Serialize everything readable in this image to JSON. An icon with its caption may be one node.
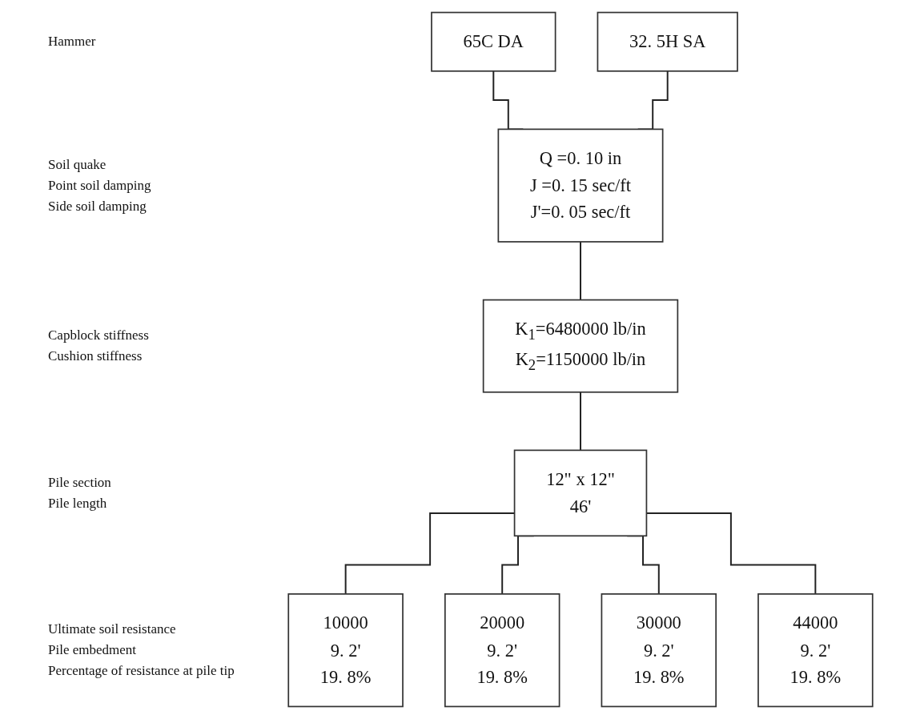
{
  "diagram": {
    "nodes": [
      {
        "text": [
          "65C DA"
        ]
      },
      {
        "text": [
          "32. 5H SA"
        ]
      },
      {
        "text": [
          "Q =0. 10 in",
          "J =0. 15 sec/ft",
          "J'=0. 05 sec/ft"
        ]
      },
      {
        "text": [
          "K$_{1}$=6480000 lb/in",
          "K$_{2}$=1150000 lb/in"
        ]
      },
      {
        "text": [
          "12\" x 12\"",
          "46'"
        ]
      },
      {
        "text": [
          "10000",
          "9. 2'",
          "19. 8%"
        ]
      },
      {
        "text": [
          "20000",
          "9. 2'",
          "19. 8%"
        ]
      },
      {
        "text": [
          "30000",
          "9. 2'",
          "19. 8%"
        ]
      },
      {
        "text": [
          "44000",
          "9. 2'",
          "19. 8%"
        ]
      }
    ],
    "edges": [
      {
        "from": 0,
        "to": 2,
        "arrow": "none"
      },
      {
        "from": 1,
        "to": 2,
        "arrow": "none"
      },
      {
        "from": 2,
        "to": 3,
        "arrow": "none"
      },
      {
        "from": 3,
        "to": 4,
        "arrow": "none"
      },
      {
        "from": 4,
        "to": 5,
        "arrow": "none"
      },
      {
        "from": 4,
        "to": 6,
        "arrow": "none"
      },
      {
        "from": 4,
        "to": 7,
        "arrow": "none"
      },
      {
        "from": 4,
        "to": 8,
        "arrow": "none"
      }
    ],
    "labels": [
      "Hammer",
      "Soil quake",
      "Point soil damping",
      "Side soil damping",
      "Capblock stiffness",
      "Cushion stiffness",
      "Pile section",
      "Pile length",
      "Ultimate soil resistance",
      "Pile embedment",
      "Percentage of resistance at pile tip"
    ]
  }
}
